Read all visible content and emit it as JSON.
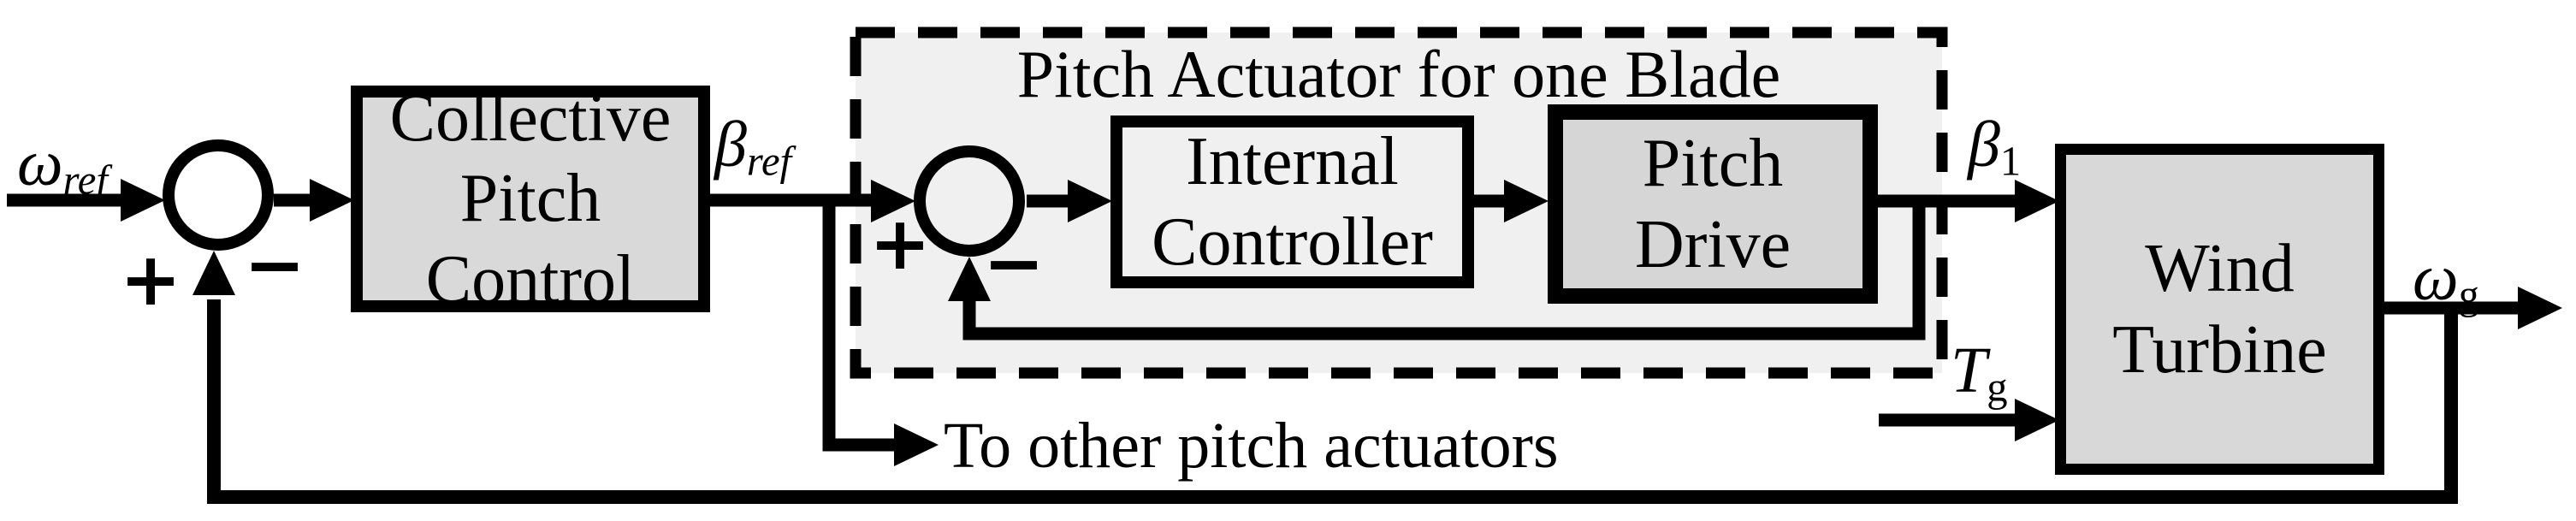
{
  "dashed_group": {
    "title": "Pitch Actuator for one Blade"
  },
  "blocks": {
    "collective_pitch_control": {
      "line1": "Collective",
      "line2": "Pitch Control"
    },
    "internal_controller": {
      "line1": "Internal",
      "line2": "Controller"
    },
    "pitch_drive": {
      "line1": "Pitch",
      "line2": "Drive"
    },
    "wind_turbine": {
      "line1": "Wind",
      "line2": "Turbine"
    }
  },
  "signals": {
    "omega_ref": {
      "base": "ω",
      "sub": "ref"
    },
    "beta_ref": {
      "base": "β",
      "sub": "ref"
    },
    "beta_1": {
      "base": "β",
      "sub": "1"
    },
    "t_g": {
      "base": "T",
      "sub": "g"
    },
    "omega_g": {
      "base": "ω",
      "sub": "g"
    }
  },
  "sums": {
    "sum1": {
      "plus": "+",
      "minus": "−"
    },
    "sum2": {
      "plus": "+",
      "minus": "−"
    }
  },
  "annotations": {
    "to_other_pitch_actuators": "To other pitch actuators"
  },
  "colors": {
    "line": "#000000",
    "background": "#ffffff",
    "collective_block_fill": "#d9d9d9",
    "internal_block_fill": "#f0f0f0",
    "pitch_drive_fill": "#d6d6d6",
    "wind_turbine_fill": "#d8d8d8",
    "actuator_group_fill": "#f0f0f0"
  }
}
